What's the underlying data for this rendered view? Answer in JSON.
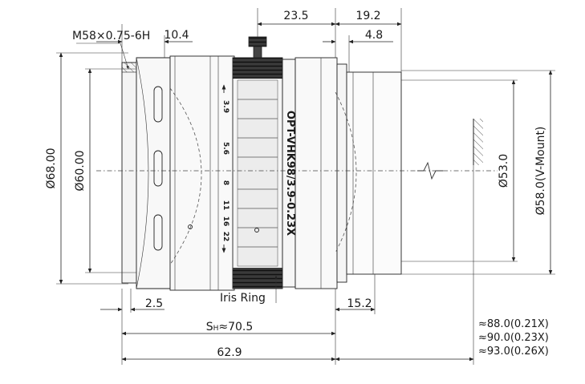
{
  "thread": "M58×0.75-6H",
  "product_name": "OPT-VHK98/3.9-0.23X",
  "iris_ring": "Iris Ring",
  "dims": {
    "d_23_5": "23.5",
    "d_19_2": "19.2",
    "d_10_4": "10.4",
    "d_4_8": "4.8",
    "d_68": "Ø68.00",
    "d_60": "Ø60.00",
    "d_53": "Ø53.0",
    "d_58_mount": "Ø58.0(V-Mount)",
    "d_2_5": "2.5",
    "d_15_2": "15.2",
    "d_sh_prefix": "S",
    "d_sh_sub": "H",
    "d_sh_value": "≈70.5",
    "d_62_9": "62.9",
    "wd_1": "≈88.0(0.21X)",
    "wd_2": "≈90.0(0.23X)",
    "wd_3": "≈93.0(0.26X)"
  },
  "iris_scale": [
    "3.9",
    "5.6",
    "8",
    "11",
    "16",
    "22"
  ],
  "colors": {
    "line": "#222222",
    "ring_dark": "#2b2b2b",
    "body": "#f7f7f7"
  }
}
